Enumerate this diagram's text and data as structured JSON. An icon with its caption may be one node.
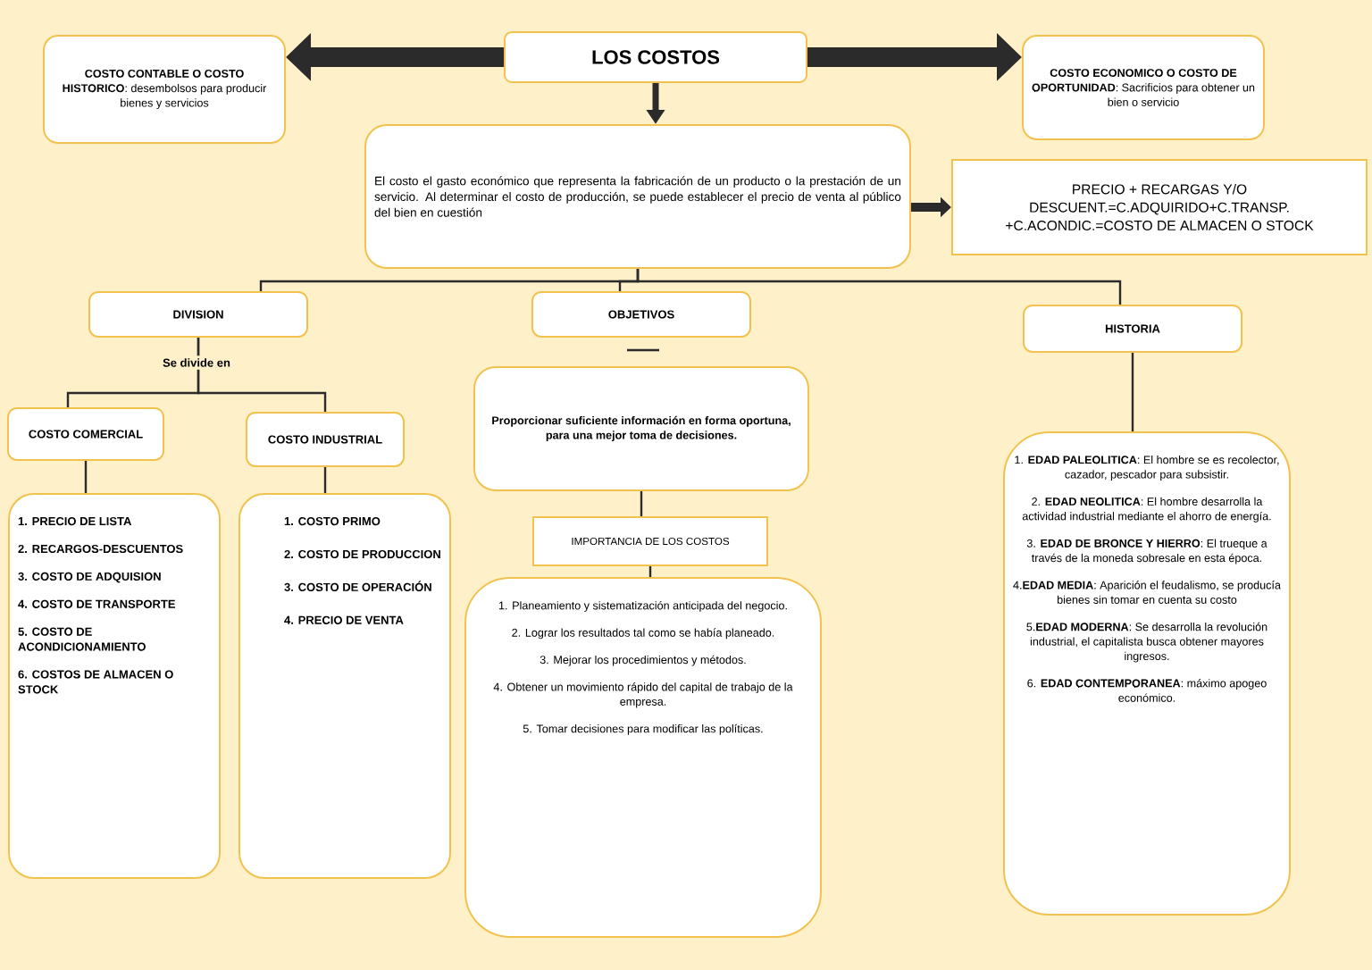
{
  "diagram": {
    "nodes": [
      {
        "text": [
          "LOS COSTOS"
        ]
      },
      {
        "text": [
          "**COSTO CONTABLE O COSTO HISTORICO**: desembolsos para producir bienes y servicios"
        ]
      },
      {
        "text": [
          "**COSTO ECONOMICO O COSTO DE OPORTUNIDAD**: Sacrificios para obtener un bien o servicio"
        ]
      },
      {
        "text": [
          "El costo el gasto económico que representa la fabricación de un producto o la prestación de un servicio. Al determinar el costo de producción, se puede establecer el precio de venta al público del bien en cuestión"
        ]
      },
      {
        "text": [
          "PRECIO + RECARGAS Y/O DESCUENT.=C.ADQUIRIDO+C.TRANSP. +C.ACONDIC.=COSTO DE ALMACEN O STOCK"
        ]
      },
      {
        "text": [
          "DIVISION"
        ]
      },
      {
        "text": [
          "OBJETIVOS"
        ]
      },
      {
        "text": [
          "HISTORIA"
        ]
      },
      {
        "text": [
          "COSTO COMERCIAL"
        ]
      },
      {
        "text": [
          "COSTO INDUSTRIAL"
        ]
      },
      {
        "text": [
          "1. PRECIO DE LISTA",
          "2. RECARGOS-DESCUENTOS",
          "3. COSTO DE ADQUISION",
          "4. COSTO DE TRANSPORTE",
          "5. COSTO DE ACONDICIONAMIENTO",
          "6. COSTOS DE ALMACEN O STOCK"
        ]
      },
      {
        "text": [
          "1. COSTO PRIMO",
          "2. COSTO DE PRODUCCION",
          "3. COSTO DE OPERACIÓN",
          "4. PRECIO DE VENTA"
        ]
      },
      {
        "text": [
          "Proporcionar suficiente información en forma oportuna, para una mejor toma de decisiones."
        ]
      },
      {
        "text": [
          "IMPORTANCIA DE LOS COSTOS"
        ]
      },
      {
        "text": [
          "1. Planeamiento y sistematización anticipada del negocio.",
          "2. Lograr los resultados tal como se había planeado.",
          "3. Mejorar los procedimientos y métodos.",
          "4. Obtener un movimiento rápido del capital de trabajo de la empresa.",
          "5. Tomar decisiones para modificar las políticas."
        ]
      },
      {
        "text": [
          "1. **EDAD PALEOLITICA**: El hombre se es recolector, cazador, pescador para subsistir.",
          "2. **EDAD NEOLITICA**: El hombre desarrolla la actividad industrial mediante el ahorro de energía.",
          "3. **EDAD DE BRONCE Y HIERRO**: El trueque a través de la moneda sobresale en esta época.",
          "4.**EDAD MEDIA**: Aparición el feudalismo, se producía bienes sin tomar en cuenta su costo",
          "5.**EDAD MODERNA**: Se desarrolla la revolución industrial, el capitalista busca obtener mayores ingresos.",
          "6. **EDAD CONTEMPORANEA**: máximo apogeo económico."
        ]
      }
    ],
    "edges": [
      {
        "from": 0,
        "to": 1,
        "arrow": "to",
        "style": "thick"
      },
      {
        "from": 0,
        "to": 2,
        "arrow": "to",
        "style": "thick"
      },
      {
        "from": 0,
        "to": 3,
        "arrow": "to",
        "style": "thick"
      },
      {
        "from": 3,
        "to": 4,
        "arrow": "to",
        "style": "thick"
      },
      {
        "from": 3,
        "to": 5,
        "arrow": "none"
      },
      {
        "from": 3,
        "to": 6,
        "arrow": "none"
      },
      {
        "from": 3,
        "to": 7,
        "arrow": "none"
      },
      {
        "from": 5,
        "to": 8,
        "arrow": "none",
        "label": "Se divide en"
      },
      {
        "from": 5,
        "to": 9,
        "arrow": "none"
      },
      {
        "from": 8,
        "to": 10,
        "arrow": "none"
      },
      {
        "from": 9,
        "to": 11,
        "arrow": "none"
      },
      {
        "from": 12,
        "to": 13,
        "arrow": "none"
      },
      {
        "from": 13,
        "to": 14,
        "arrow": "none"
      },
      {
        "from": 7,
        "to": 15,
        "arrow": "none"
      }
    ]
  }
}
